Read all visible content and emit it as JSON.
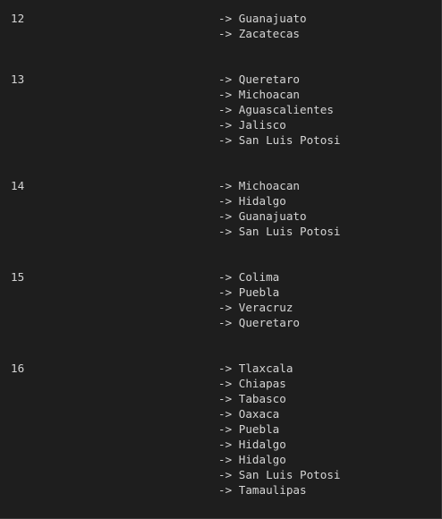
{
  "groups": [
    {
      "number": "12",
      "states": [
        "Guanajuato",
        "Zacatecas"
      ]
    },
    {
      "number": "13",
      "states": [
        "Queretaro",
        "Michoacan",
        "Aguascalientes",
        "Jalisco",
        "San Luis Potosi"
      ]
    },
    {
      "number": "14",
      "states": [
        "Michoacan",
        "Hidalgo",
        "Guanajuato",
        "San Luis Potosi"
      ]
    },
    {
      "number": "15",
      "states": [
        "Colima",
        "Puebla",
        "Veracruz",
        "Queretaro"
      ]
    },
    {
      "number": "16",
      "states": [
        "Tlaxcala",
        "Chiapas",
        "Tabasco",
        "Oaxaca",
        "Puebla",
        "Hidalgo",
        "Hidalgo",
        "San Luis Potosi",
        "Tamaulipas"
      ]
    }
  ],
  "arrow": "->"
}
